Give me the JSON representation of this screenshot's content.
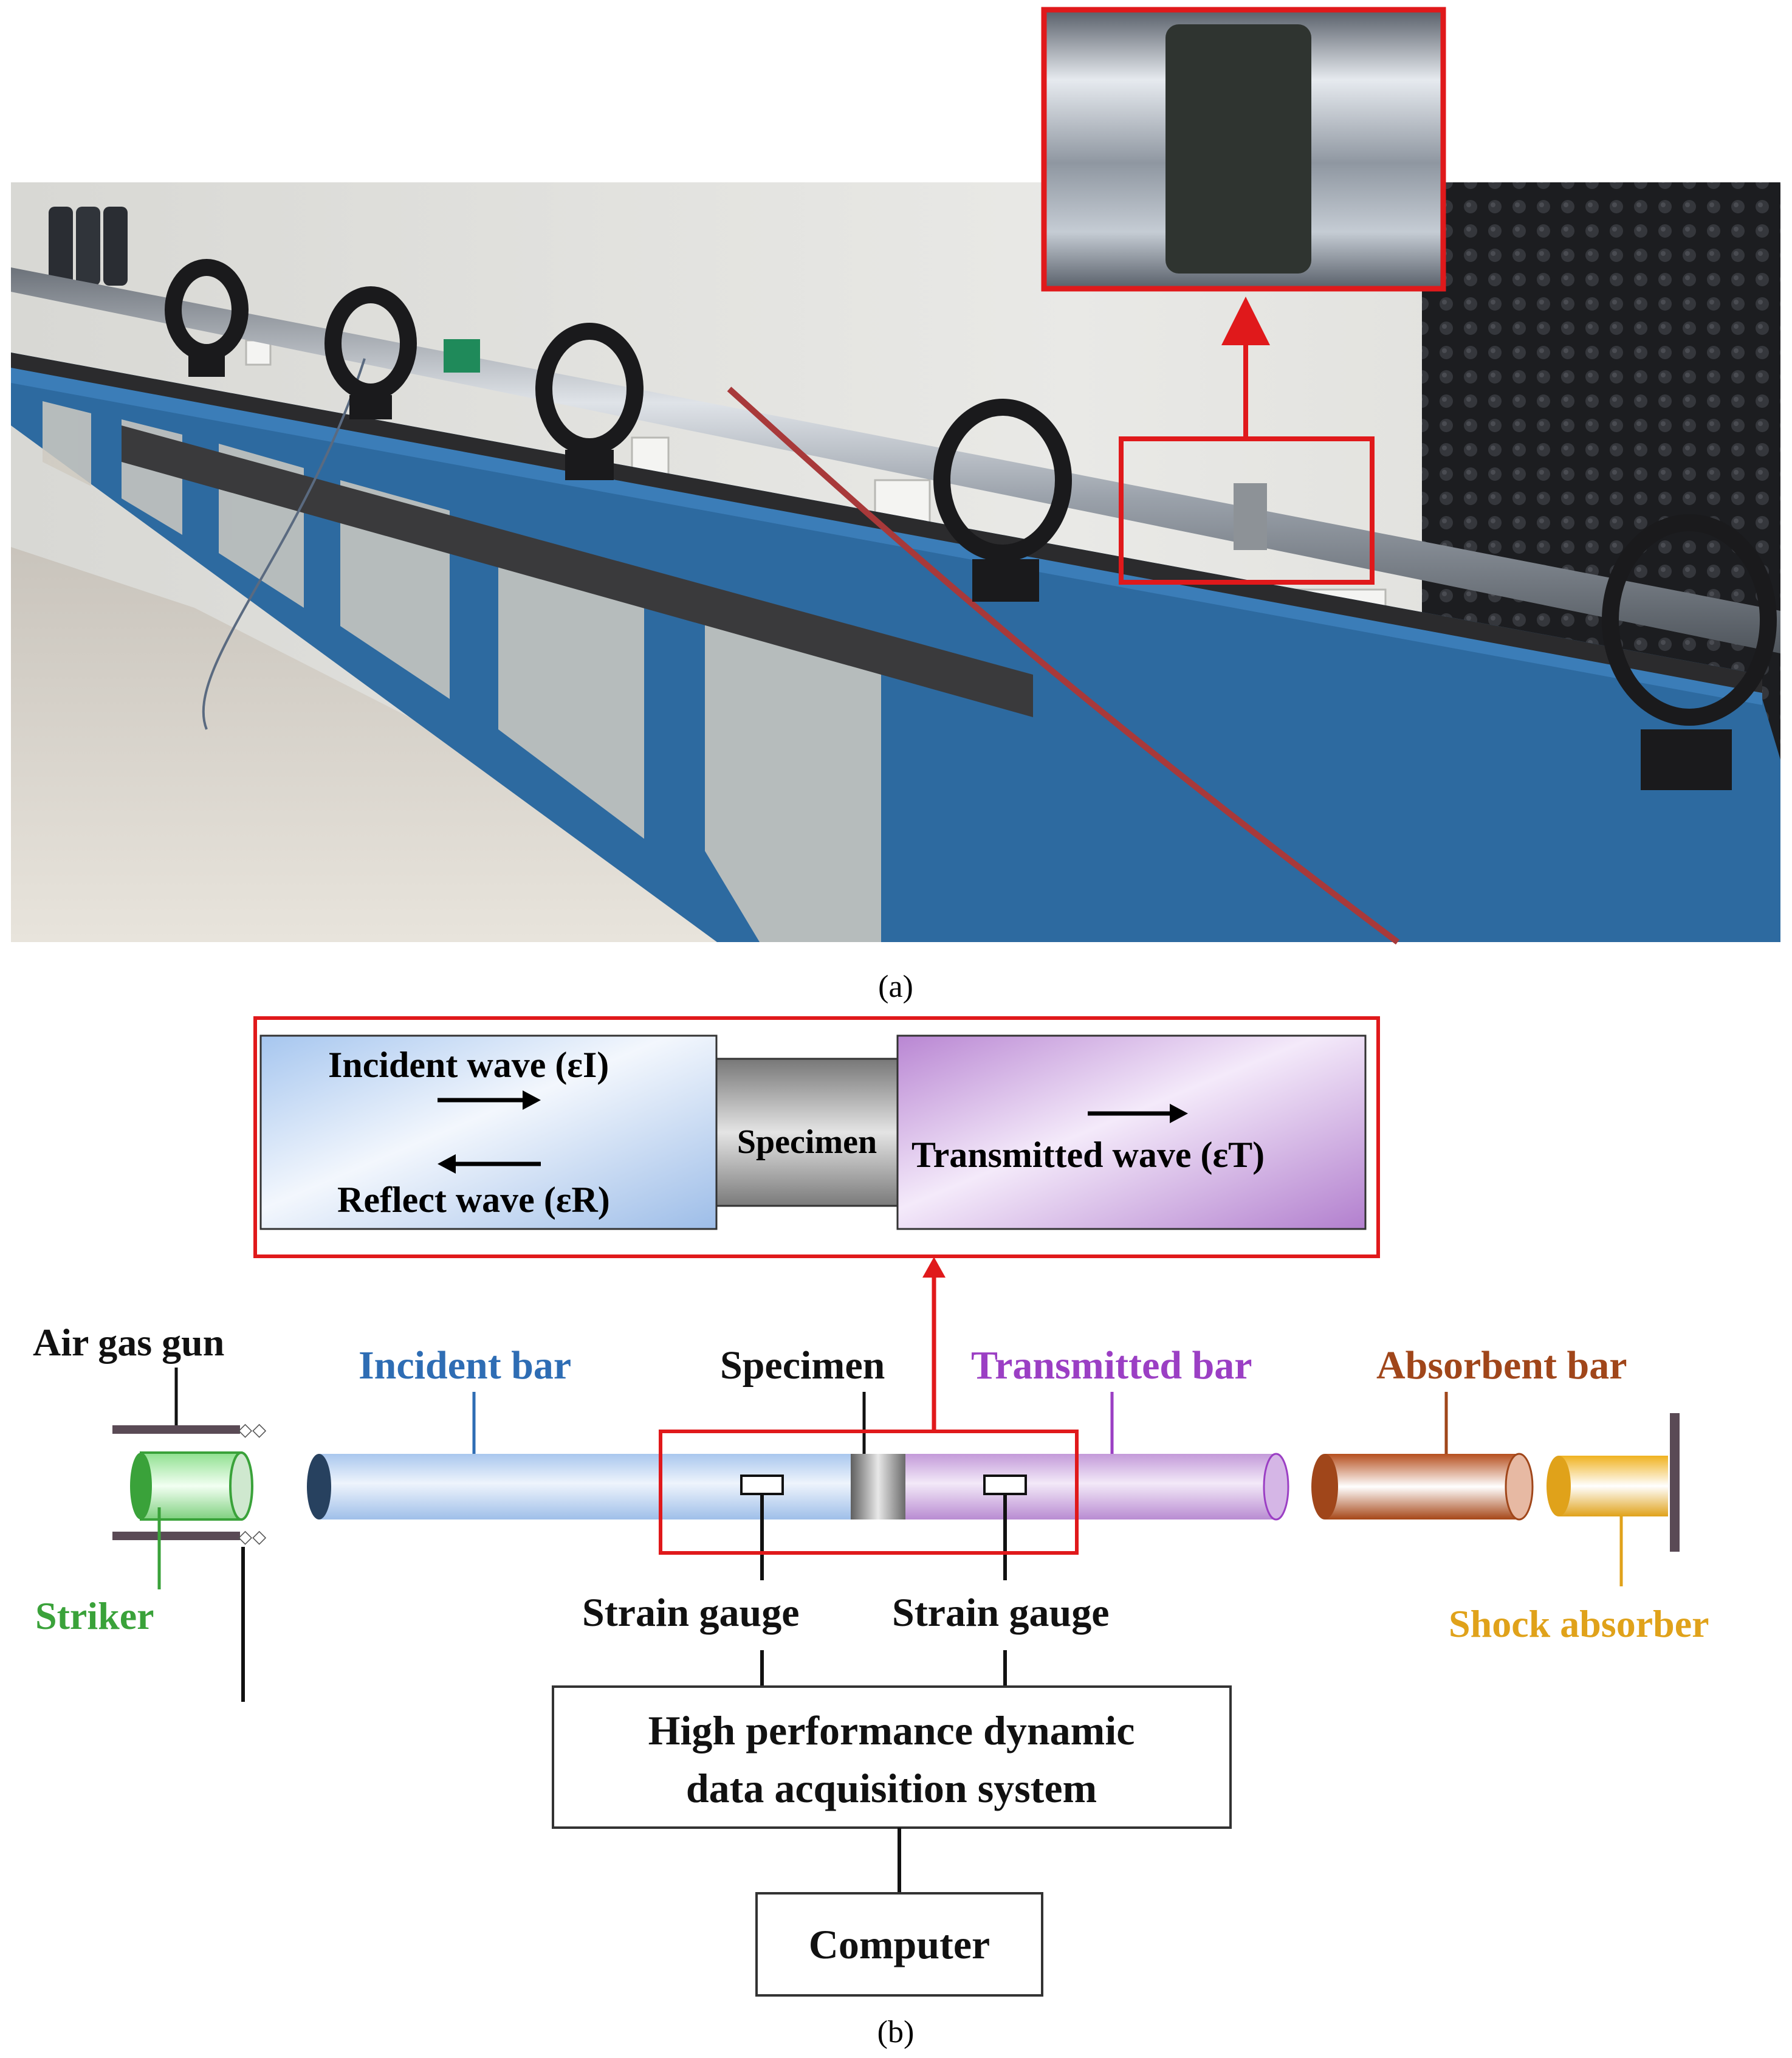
{
  "panel_a": {
    "caption": "(a)"
  },
  "panel_b": {
    "caption": "(b)",
    "inset": {
      "incident_wave": "Incident wave (εI)",
      "specimen": "Specimen",
      "transmitted_wave": "Transmitted wave  (εT)",
      "reflect_wave": "Reflect wave (εR)"
    },
    "labels": {
      "air_gas_gun": "Air gas gun",
      "incident_bar": "Incident bar",
      "specimen": "Specimen",
      "transmitted_bar": "Transmitted bar",
      "absorbent_bar": "Absorbent bar",
      "striker": "Striker",
      "strain_gauge_left": "Strain gauge",
      "strain_gauge_right": "Strain gauge",
      "shock_absorber": "Shock absorber",
      "daq_line1": "High performance dynamic",
      "daq_line2": "data acquisition system",
      "computer": "Computer"
    },
    "colors": {
      "incident": "#2e6db4",
      "transmitted": "#9b3fc4",
      "absorbent": "#a0461a",
      "striker": "#3aa23a",
      "shock": "#e0a21a",
      "highlight": "#e0191b"
    }
  }
}
